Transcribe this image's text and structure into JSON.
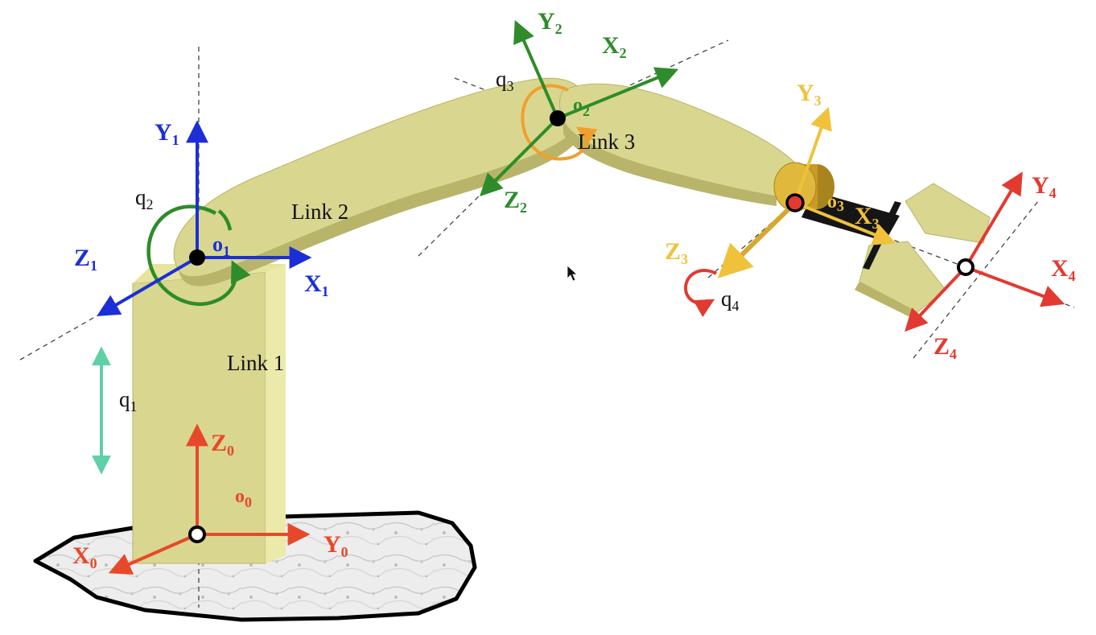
{
  "colors": {
    "frame0": "#e8482a",
    "frame1": "#1c2fd6",
    "frame2": "#2e8c2a",
    "frame3": "#f0c23c",
    "frame4": "#e23a30",
    "q1": "#5fd0a8",
    "q2": "#2e8c2a",
    "q3": "#f0a030",
    "q4": "#e23a30",
    "link": "#d9d78f",
    "link_dark": "#b8b56a",
    "base": "#e4e4e4"
  },
  "links": {
    "link1": "Link 1",
    "link2": "Link 2",
    "link3": "Link 3"
  },
  "joints": {
    "q1": {
      "base": "q",
      "sub": "1"
    },
    "q2": {
      "base": "q",
      "sub": "2"
    },
    "q3": {
      "base": "q",
      "sub": "3"
    },
    "q4": {
      "base": "q",
      "sub": "4"
    }
  },
  "frames": {
    "frame0": {
      "z": {
        "base": "Z",
        "sub": "0"
      },
      "y": {
        "base": "Y",
        "sub": "0"
      },
      "x": {
        "base": "X",
        "sub": "0"
      },
      "o": {
        "base": "o",
        "sub": "0"
      }
    },
    "frame1": {
      "y": {
        "base": "Y",
        "sub": "1"
      },
      "x": {
        "base": "X",
        "sub": "1"
      },
      "z": {
        "base": "Z",
        "sub": "1"
      },
      "o": {
        "base": "o",
        "sub": "1"
      }
    },
    "frame2": {
      "y": {
        "base": "Y",
        "sub": "2"
      },
      "x": {
        "base": "X",
        "sub": "2"
      },
      "z": {
        "base": "Z",
        "sub": "2"
      },
      "o": {
        "base": "o",
        "sub": "2"
      }
    },
    "frame3": {
      "y": {
        "base": "Y",
        "sub": "3"
      },
      "x": {
        "base": "X",
        "sub": "3"
      },
      "z": {
        "base": "Z",
        "sub": "3"
      },
      "o": {
        "base": "o",
        "sub": "3"
      }
    },
    "frame4": {
      "y": {
        "base": "Y",
        "sub": "4"
      },
      "x": {
        "base": "X",
        "sub": "4"
      },
      "z": {
        "base": "Z",
        "sub": "4"
      }
    }
  },
  "icons": {
    "cursor": "mouse-pointer-icon"
  }
}
